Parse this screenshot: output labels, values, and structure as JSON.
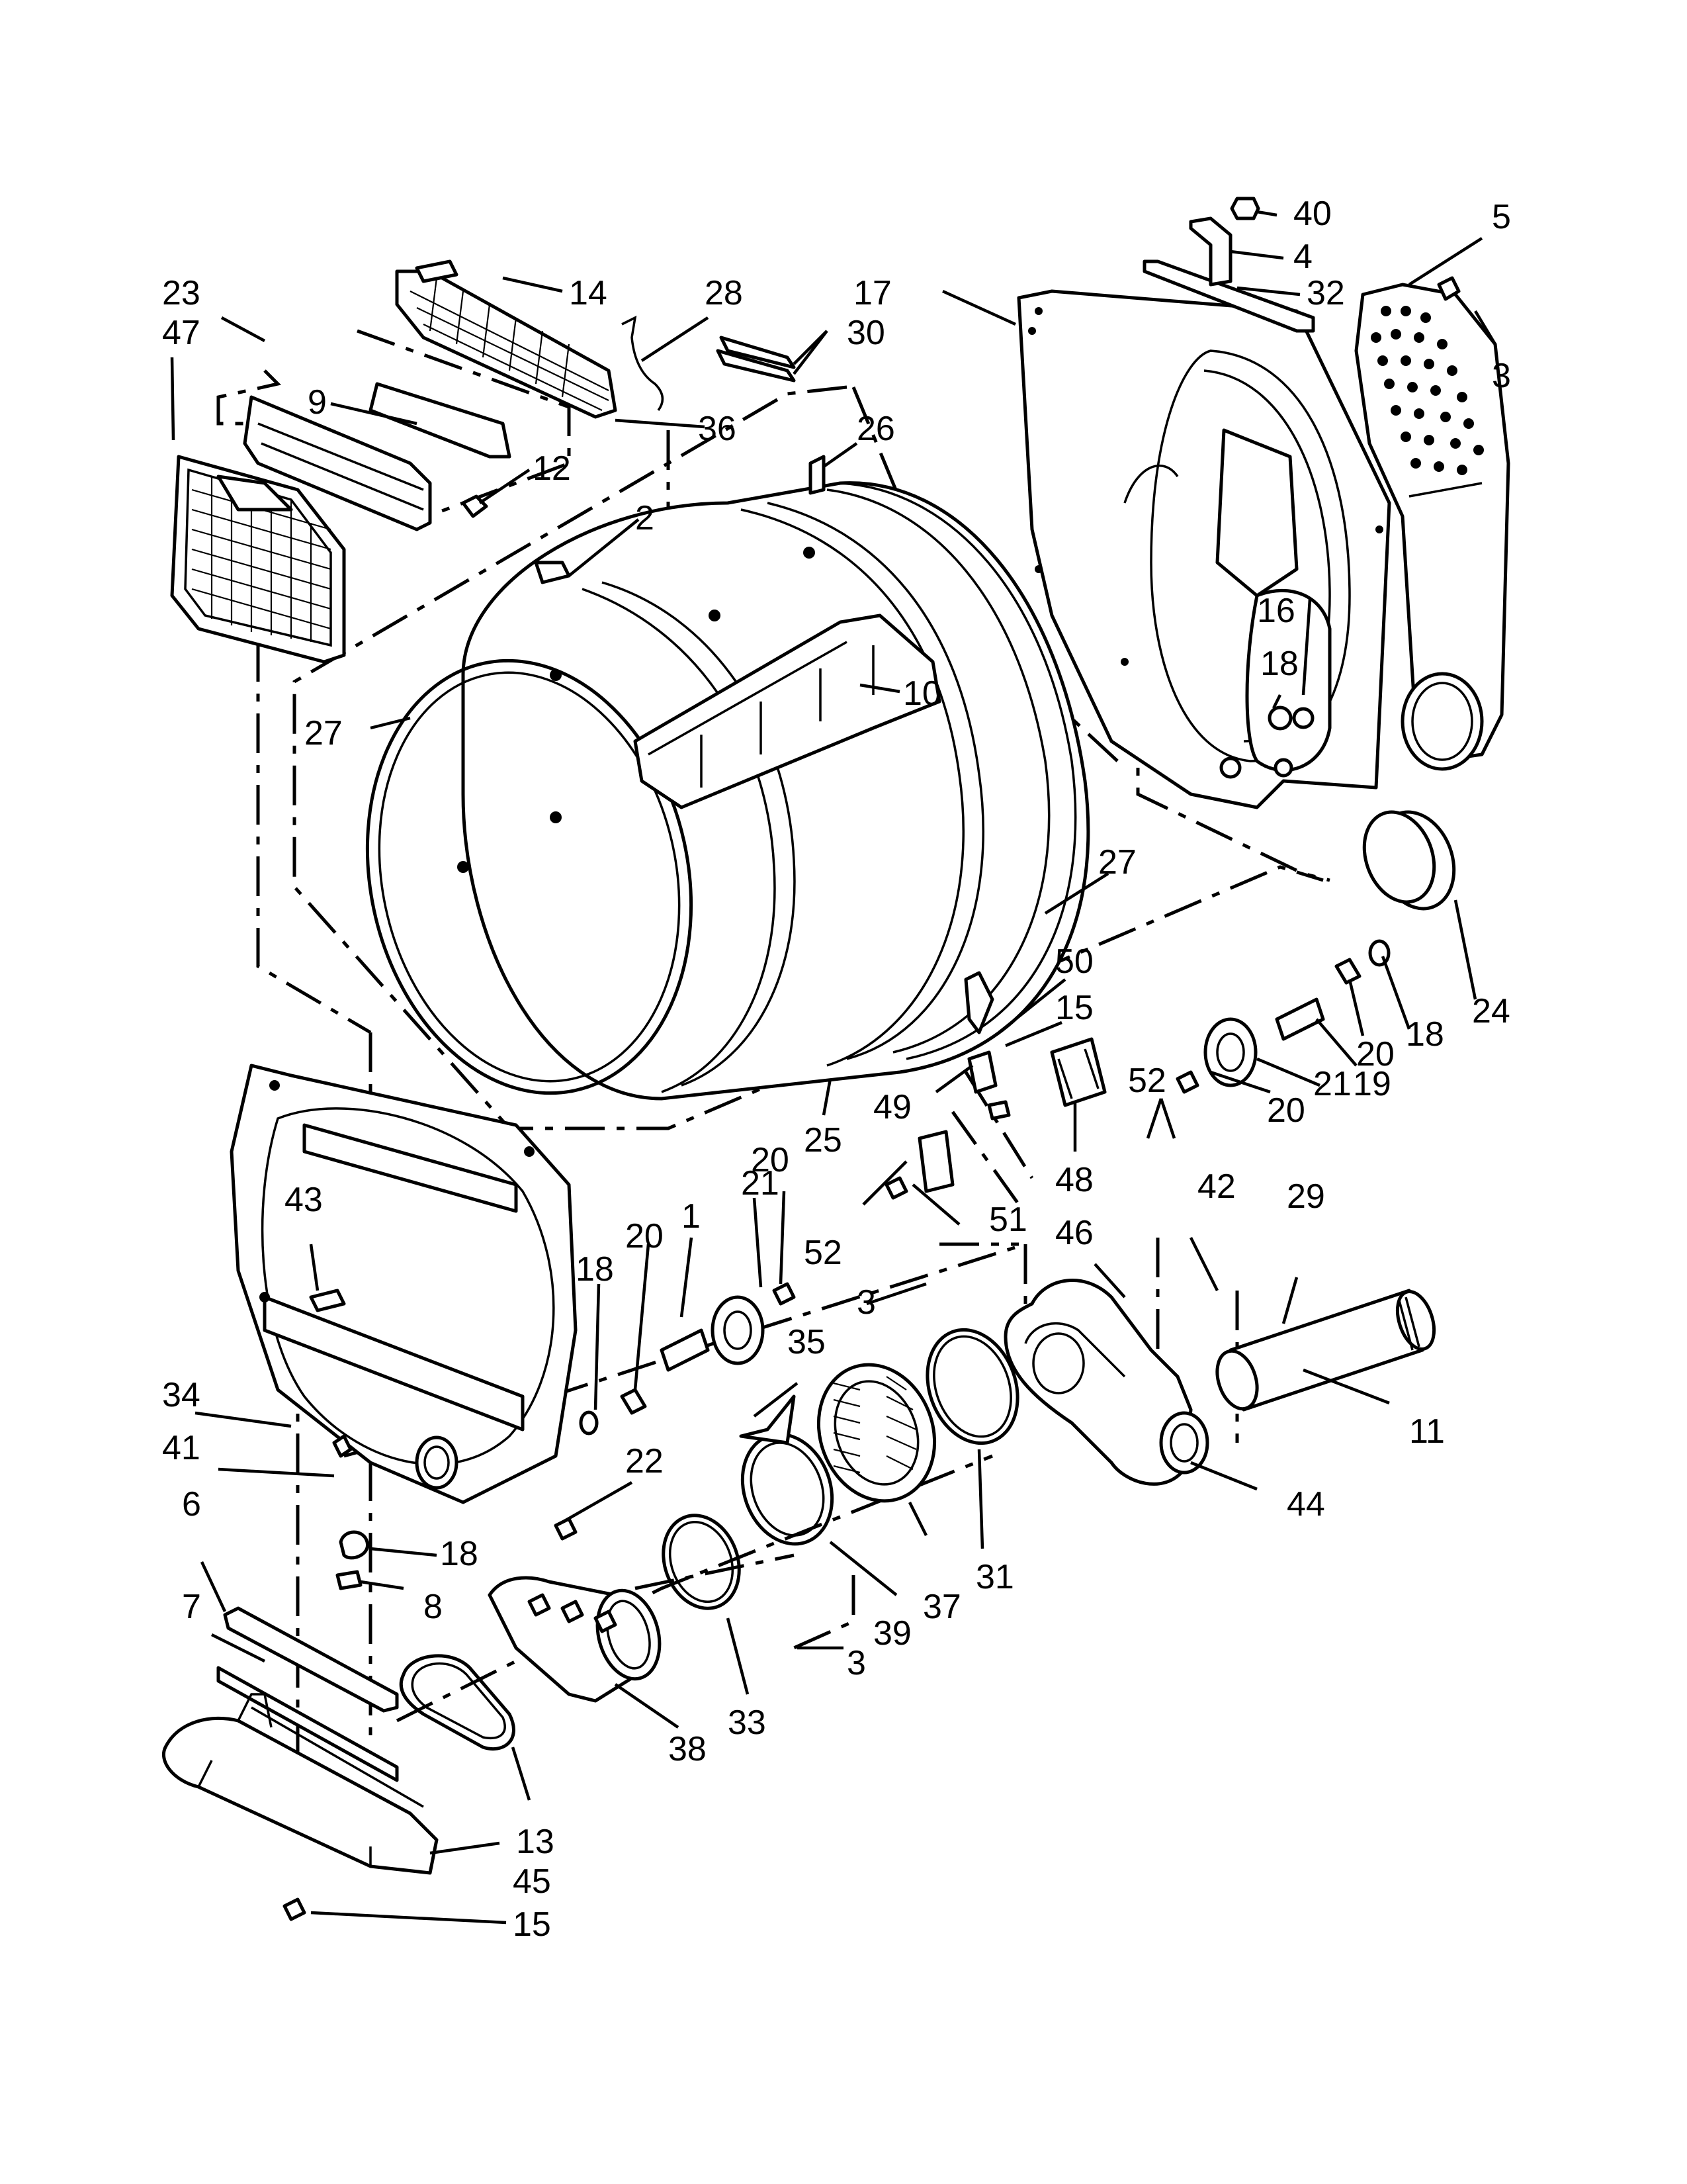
{
  "diagram": {
    "callouts": [
      {
        "id": "c40",
        "text": "40"
      },
      {
        "id": "c5",
        "text": "5"
      },
      {
        "id": "c4",
        "text": "4"
      },
      {
        "id": "c32",
        "text": "32"
      },
      {
        "id": "c3a",
        "text": "3"
      },
      {
        "id": "c23",
        "text": "23"
      },
      {
        "id": "c47",
        "text": "47"
      },
      {
        "id": "c14",
        "text": "14"
      },
      {
        "id": "c28",
        "text": "28"
      },
      {
        "id": "c17",
        "text": "17"
      },
      {
        "id": "c30",
        "text": "30"
      },
      {
        "id": "c9",
        "text": "9"
      },
      {
        "id": "c36",
        "text": "36"
      },
      {
        "id": "c26",
        "text": "26"
      },
      {
        "id": "c12",
        "text": "12"
      },
      {
        "id": "c2",
        "text": "2"
      },
      {
        "id": "c16",
        "text": "16"
      },
      {
        "id": "c18a",
        "text": "18"
      },
      {
        "id": "c10",
        "text": "10"
      },
      {
        "id": "c27a",
        "text": "27"
      },
      {
        "id": "c27b",
        "text": "27"
      },
      {
        "id": "c24",
        "text": "24"
      },
      {
        "id": "c50",
        "text": "50"
      },
      {
        "id": "c15a",
        "text": "15"
      },
      {
        "id": "c18b",
        "text": "18"
      },
      {
        "id": "c20a",
        "text": "20"
      },
      {
        "id": "c19",
        "text": "19"
      },
      {
        "id": "c21a",
        "text": "21"
      },
      {
        "id": "c52a",
        "text": "52"
      },
      {
        "id": "c20b",
        "text": "20"
      },
      {
        "id": "c49",
        "text": "49"
      },
      {
        "id": "c25",
        "text": "25"
      },
      {
        "id": "c48",
        "text": "48"
      },
      {
        "id": "c42",
        "text": "42"
      },
      {
        "id": "c29",
        "text": "29"
      },
      {
        "id": "c43",
        "text": "43"
      },
      {
        "id": "c21b",
        "text": "21"
      },
      {
        "id": "c20c",
        "text": "20"
      },
      {
        "id": "c1",
        "text": "1"
      },
      {
        "id": "c20d",
        "text": "20"
      },
      {
        "id": "c18c",
        "text": "18"
      },
      {
        "id": "c52b",
        "text": "52"
      },
      {
        "id": "c51",
        "text": "51"
      },
      {
        "id": "c46",
        "text": "46"
      },
      {
        "id": "c3b",
        "text": "3"
      },
      {
        "id": "c35",
        "text": "35"
      },
      {
        "id": "c34",
        "text": "34"
      },
      {
        "id": "c11",
        "text": "11"
      },
      {
        "id": "c41",
        "text": "41"
      },
      {
        "id": "c22",
        "text": "22"
      },
      {
        "id": "c44",
        "text": "44"
      },
      {
        "id": "c6",
        "text": "6"
      },
      {
        "id": "c18d",
        "text": "18"
      },
      {
        "id": "c8",
        "text": "8"
      },
      {
        "id": "c7",
        "text": "7"
      },
      {
        "id": "c37",
        "text": "37"
      },
      {
        "id": "c31",
        "text": "31"
      },
      {
        "id": "c39",
        "text": "39"
      },
      {
        "id": "c3c",
        "text": "3"
      },
      {
        "id": "c33",
        "text": "33"
      },
      {
        "id": "c38",
        "text": "38"
      },
      {
        "id": "c13",
        "text": "13"
      },
      {
        "id": "c45",
        "text": "45"
      },
      {
        "id": "c15b",
        "text": "15"
      }
    ]
  }
}
